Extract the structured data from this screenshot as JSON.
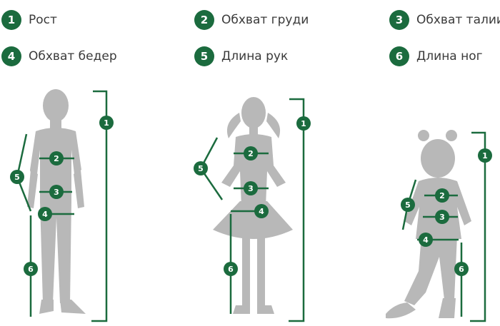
{
  "legend": [
    {
      "number": "1",
      "label": "Рост"
    },
    {
      "number": "2",
      "label": "Обхват груди"
    },
    {
      "number": "3",
      "label": "Обхват талии"
    },
    {
      "number": "4",
      "label": "Обхват бедер"
    },
    {
      "number": "5",
      "label": "Длина рук"
    },
    {
      "number": "6",
      "label": "Длина ног"
    }
  ],
  "colors": {
    "accent": "#1b6b3e",
    "silhouette": "#b8b8b8",
    "text": "#3a3a3a"
  },
  "figures": [
    {
      "name": "boy",
      "markers": [
        "1",
        "2",
        "3",
        "4",
        "5",
        "6"
      ]
    },
    {
      "name": "girl",
      "markers": [
        "1",
        "2",
        "3",
        "4",
        "5",
        "6"
      ]
    },
    {
      "name": "small-girl",
      "markers": [
        "1",
        "2",
        "3",
        "4",
        "5",
        "6"
      ]
    }
  ]
}
